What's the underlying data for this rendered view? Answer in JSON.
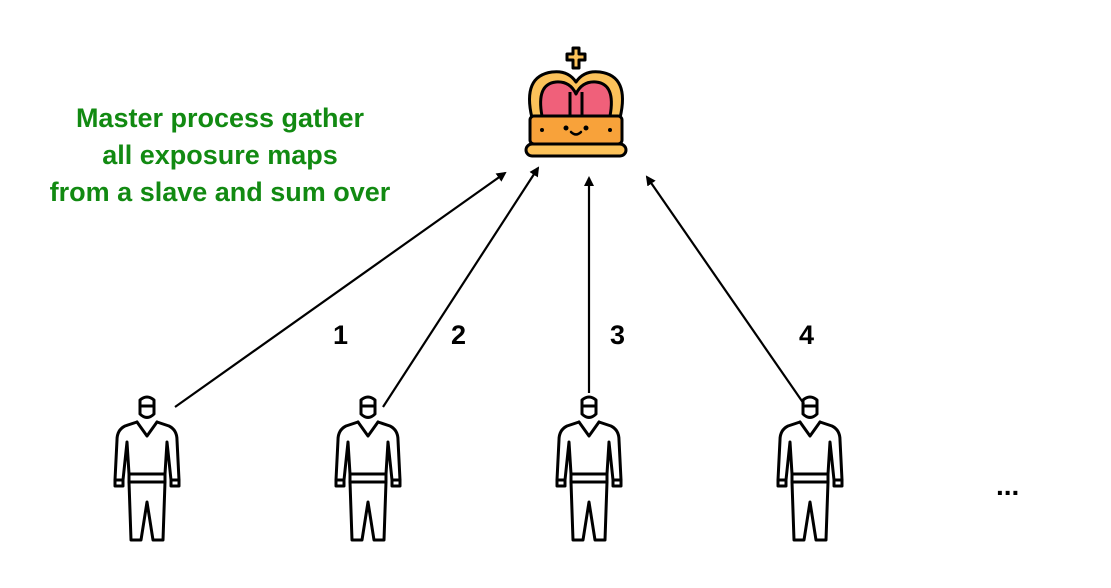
{
  "caption": {
    "lines": [
      "Master process gather",
      "all exposure maps",
      "from a slave and sum over"
    ]
  },
  "master": {
    "icon": "crown-icon"
  },
  "slaves": [
    {
      "label": "1",
      "icon": "worker-icon"
    },
    {
      "label": "2",
      "icon": "worker-icon"
    },
    {
      "label": "3",
      "icon": "worker-icon"
    },
    {
      "label": "4",
      "icon": "worker-icon"
    }
  ],
  "more": "...",
  "colors": {
    "caption": "#128a12",
    "crown_body": "#fcc25a",
    "crown_band": "#f8a23a",
    "crown_heart": "#f0607a",
    "outline": "#000000"
  }
}
